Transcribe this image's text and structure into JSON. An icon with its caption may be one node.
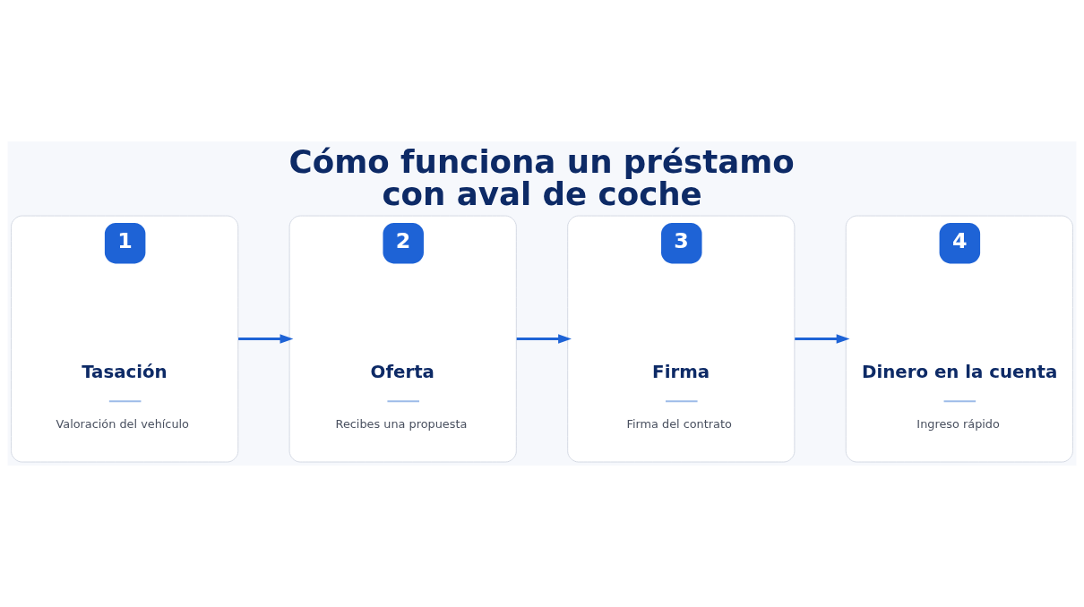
{
  "diagram": {
    "title": "Cómo funciona un préstamo con aval de coche",
    "nodes": [
      {
        "text": [
          "1",
          "Tasación",
          "Valoración del vehículo"
        ]
      },
      {
        "text": [
          "2",
          "Oferta",
          "Recibes una propuesta"
        ]
      },
      {
        "text": [
          "3",
          "Firma",
          "Firma del contrato"
        ]
      },
      {
        "text": [
          "4",
          "Dinero en la cuenta",
          "Ingreso rápido"
        ]
      }
    ],
    "edges": [
      {
        "from": 0,
        "to": 1,
        "arrow": "to"
      },
      {
        "from": 1,
        "to": 2,
        "arrow": "to"
      },
      {
        "from": 2,
        "to": 3,
        "arrow": "to"
      }
    ]
  }
}
